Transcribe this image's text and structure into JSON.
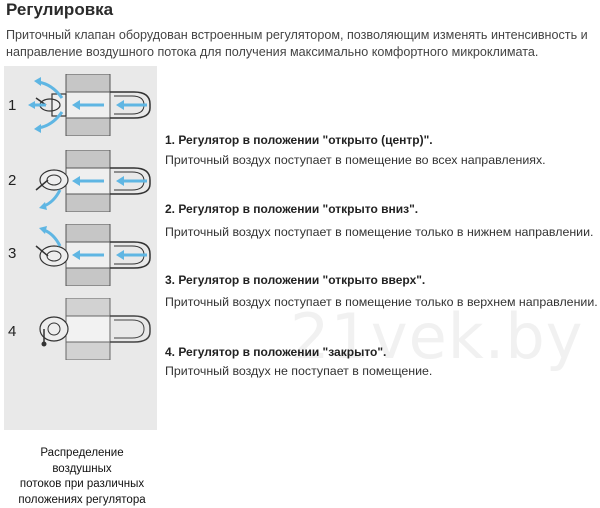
{
  "title": "Регулировка",
  "intro": "Приточный клапан оборудован встроенным регулятором, позволяющим изменять интенсивность и направление воздушного потока для получения максимально комфортного микроклимата.",
  "positions": [
    {
      "num": "1",
      "title": "1. Регулятор в положении \"открыто (центр)\".",
      "desc": "Приточный воздух поступает в помещение во всех направлениях."
    },
    {
      "num": "2",
      "title": "2. Регулятор в положении \"открыто вниз\".",
      "desc": "Приточный воздух поступает в помещение только в нижнем направлении."
    },
    {
      "num": "3",
      "title": "3. Регулятор в положении \"открыто вверх\".",
      "desc": "Приточный воздух поступает в помещение только в верхнем направлении."
    },
    {
      "num": "4",
      "title": "4. Регулятор в положении \"закрыто\".",
      "desc": "Приточный воздух не поступает в помещение."
    }
  ],
  "caption": [
    "Распределение воздушных",
    "потоков при различных",
    "положениях регулятора"
  ],
  "watermark": "21vek.by",
  "colors": {
    "arrow": "#5fb6e3",
    "frame": "#c8c8c8",
    "panel": "#e9e9e9"
  }
}
